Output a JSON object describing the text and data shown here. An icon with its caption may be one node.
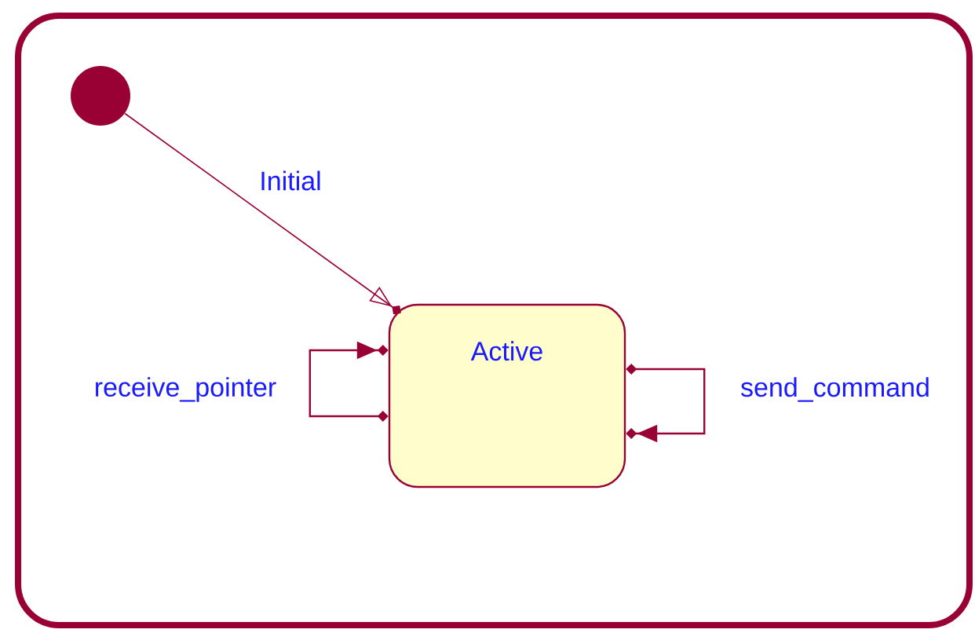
{
  "diagram": {
    "nodes": [
      {
        "text": [],
        "shape": "box"
      },
      {
        "text": [],
        "shape": "circle",
        "in": 0
      },
      {
        "text": [
          "Active"
        ],
        "in": 0
      }
    ],
    "edges": [
      {
        "from": 1,
        "to": 2,
        "arrow": "to",
        "label": "Initial"
      },
      {
        "from": 2,
        "to": 2,
        "arrow": "to",
        "label": "receive_pointer"
      },
      {
        "from": 2,
        "to": 2,
        "arrow": "to",
        "label": "send_command"
      }
    ]
  }
}
